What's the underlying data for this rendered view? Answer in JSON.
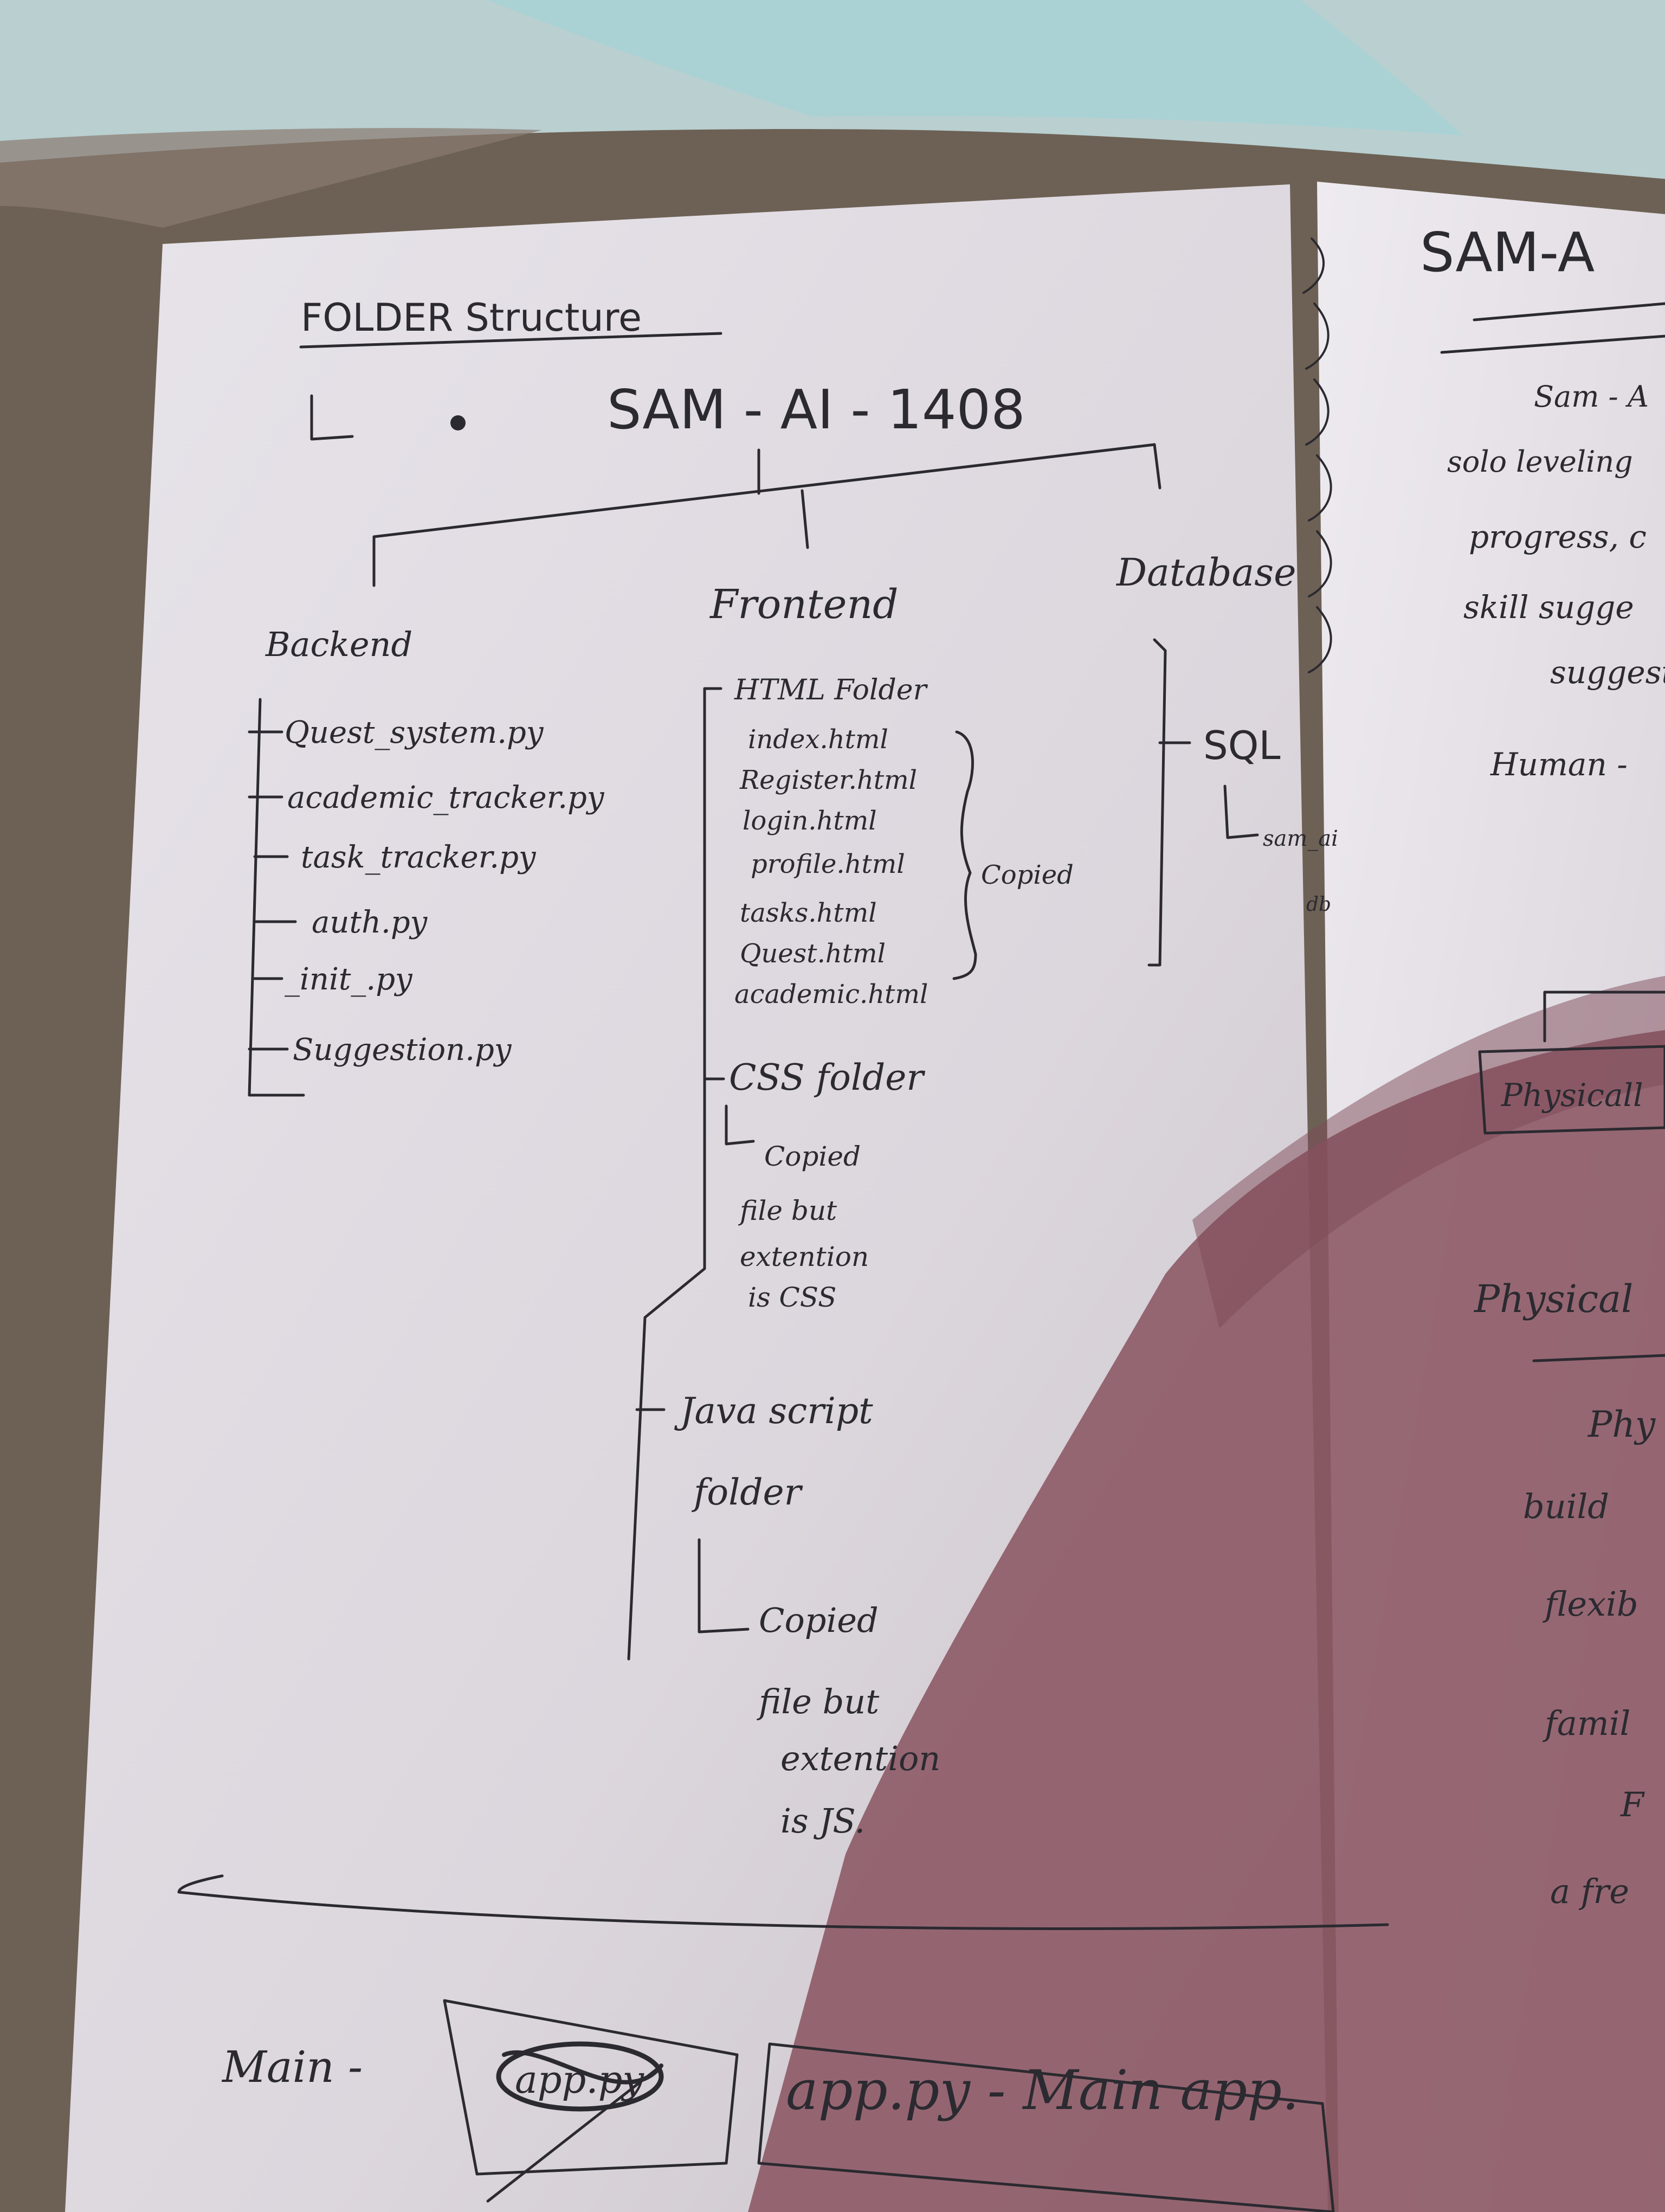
{
  "page": {
    "heading": "FOLDER Structure",
    "root": "SAM - AI - 1408",
    "backend": {
      "label": "Backend",
      "files": [
        "Quest_system.py",
        "academic_tracker.py",
        "task_tracker.py",
        "auth.py",
        "_init_.py",
        "Suggestion.py"
      ]
    },
    "frontend": {
      "label": "Frontend",
      "html_folder": "HTML Folder",
      "html_files": [
        "index.html",
        "Register.html",
        "login.html",
        "profile.html",
        "tasks.html",
        "Quest.html",
        "academic.html"
      ],
      "copied_note": "Copied",
      "css_folder": "CSS folder",
      "css_note": [
        "Copied",
        "file but",
        "extention",
        "is CSS"
      ],
      "js_folder": [
        "Java script",
        "folder"
      ],
      "js_note": [
        "Copied",
        "file but",
        "extention",
        "is JS."
      ]
    },
    "database": {
      "label": "Database",
      "sql": "SQL",
      "sql_note": [
        "sam_ai",
        "db"
      ]
    },
    "main": {
      "label": "Main -",
      "struck": "app.py",
      "boxed": "app.py - Main app."
    }
  },
  "right_page": {
    "title": "SAM-A",
    "lines": [
      "Sam - A",
      "solo leveling",
      "progress, c",
      "skill sugge",
      "suggest",
      "Human -",
      "Physicall",
      "Physical",
      "Phy",
      "build",
      "flexib",
      "famil",
      "F",
      "a fre"
    ]
  },
  "colors": {
    "ink": "#2b2a30",
    "paper": "#e3e0e7",
    "shadow": "#8a5a63",
    "cloth": "#a9cfd2"
  }
}
